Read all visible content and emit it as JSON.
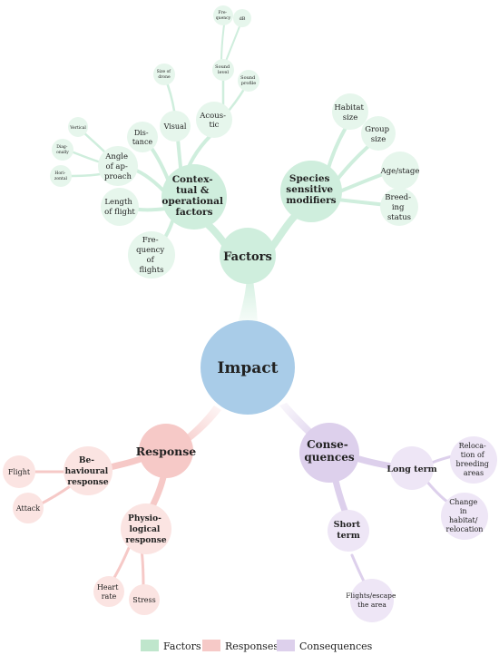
{
  "colors": {
    "factors": "#cfeedd",
    "factors_leaf": "#e6f6ec",
    "responses": "#f6c9c7",
    "responses_leaf": "#fbe4e2",
    "consequences": "#ddd0ec",
    "consequences_leaf": "#eee6f6",
    "impact": "#a9cce8"
  },
  "center": {
    "label": "Impact"
  },
  "factors": {
    "label": "Factors",
    "contextual": {
      "label_lines": [
        "Contex-",
        "tual &",
        "operational",
        "factors"
      ],
      "children": {
        "acoustic": {
          "label_lines": [
            "Acous-",
            "tic"
          ],
          "sound_level": {
            "label_lines": [
              "Sound",
              "level"
            ]
          },
          "sound_profile": {
            "label_lines": [
              "Sound",
              "profile"
            ]
          },
          "frequency": {
            "label_lines": [
              "Fre-",
              "quency"
            ]
          },
          "db": {
            "label": "dB"
          }
        },
        "visual": {
          "label": "Visual",
          "size_of_drone": {
            "label_lines": [
              "Size of",
              "drone"
            ]
          }
        },
        "distance": {
          "label_lines": [
            "Dis-",
            "tance"
          ]
        },
        "angle": {
          "label_lines": [
            "Angle",
            "of ap-",
            "proach"
          ],
          "vertical": {
            "label": "Vertical"
          },
          "diagonally": {
            "label_lines": [
              "Diag-",
              "onally"
            ]
          },
          "horizontal": {
            "label_lines": [
              "Hori-",
              "zontal"
            ]
          }
        },
        "length_of_flight": {
          "label_lines": [
            "Length",
            "of flight"
          ]
        },
        "frequency_of_flights": {
          "label_lines": [
            "Fre-",
            "quency",
            "of",
            "flights"
          ]
        }
      }
    },
    "species": {
      "label_lines": [
        "Species",
        "sensitive",
        "modifiers"
      ],
      "children": {
        "habitat_size": {
          "label_lines": [
            "Habitat",
            "size"
          ]
        },
        "group_size": {
          "label_lines": [
            "Group",
            "size"
          ]
        },
        "age_stage": {
          "label": "Age/stage"
        },
        "breeding_status": {
          "label_lines": [
            "Breed-",
            "ing",
            "status"
          ]
        }
      }
    }
  },
  "response": {
    "label": "Response",
    "behavioural": {
      "label_lines": [
        "Be-",
        "havioural",
        "response"
      ],
      "flight": {
        "label": "Flight"
      },
      "attack": {
        "label": "Attack"
      }
    },
    "physiological": {
      "label_lines": [
        "Physio-",
        "logical",
        "response"
      ],
      "heart_rate": {
        "label_lines": [
          "Heart",
          "rate"
        ]
      },
      "stress": {
        "label": "Stress"
      }
    }
  },
  "consequences": {
    "label_lines": [
      "Conse-",
      "quences"
    ],
    "long_term": {
      "label": "Long term",
      "relocation_breeding": {
        "label_lines": [
          "Reloca-",
          "tion of",
          "breeding",
          "areas"
        ]
      },
      "change_habitat": {
        "label_lines": [
          "Change",
          "in",
          "habitat/",
          "relocation"
        ]
      }
    },
    "short_term": {
      "label_lines": [
        "Short",
        "term"
      ],
      "flights_escape": {
        "label_lines": [
          "Flights/escape",
          "the area"
        ]
      }
    }
  },
  "legend": {
    "items": [
      {
        "label": "Factors",
        "color": "#bfe6cc"
      },
      {
        "label": "Responses",
        "color": "#f6c9c7"
      },
      {
        "label": "Consequences",
        "color": "#ddd0ec"
      }
    ]
  }
}
